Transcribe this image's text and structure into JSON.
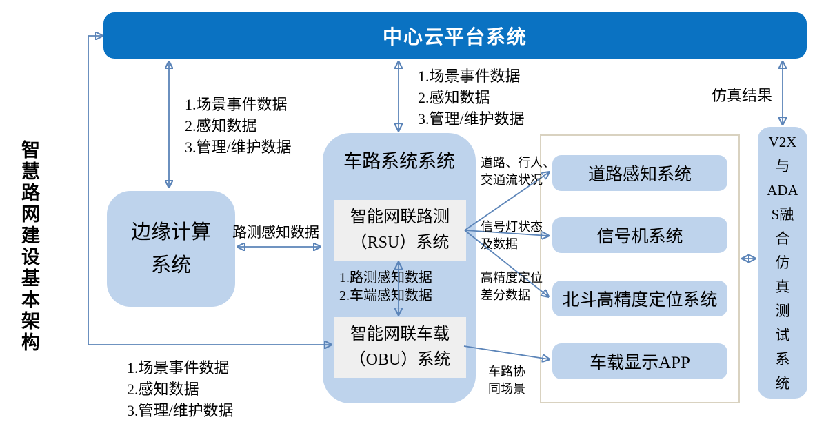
{
  "colors": {
    "accent_blue": "#0a72c2",
    "box_blue": "#bed3ec",
    "inner_gray": "#efefef",
    "arrow_blue": "#5b84b8",
    "panel_border": "#d9d2c0"
  },
  "side_title": "智慧路网建设基本架构",
  "cloud_platform": {
    "label": "中心云平台系统"
  },
  "edge_system": {
    "label": "边缘计算\n系统"
  },
  "vehicle_road_system": {
    "title": "车路系统系统",
    "rsu_label": "智能网联路测\n（RSU）系统",
    "exchange_list": "1.路测感知数据\n2.车端感知数据",
    "obu_label": "智能网联车载\n（OBU）系统"
  },
  "right_panel": {
    "boxes": [
      {
        "label": "道路感知系统"
      },
      {
        "label": "信号机系统"
      },
      {
        "label": "北斗高精度定位系统"
      },
      {
        "label": "车载显示APP"
      }
    ]
  },
  "v2x_system": {
    "label": "V2X\n与\nADA\nS融\n合\n仿\n真\n测\n试\n系\n统"
  },
  "annotations": {
    "scene_data_list": "1.场景事件数据\n2.感知数据\n3.管理/维护数据",
    "roadside_sensing": "路测感知数据",
    "simulation_result": "仿真结果",
    "road_pedestrian_traffic": "道路、行人、\n交通流状况",
    "signal_light_status": "信号灯状态\n及数据",
    "high_precision_positioning": "高精度定位\n差分数据",
    "vehicle_road_scene": "车路协\n同场景"
  }
}
